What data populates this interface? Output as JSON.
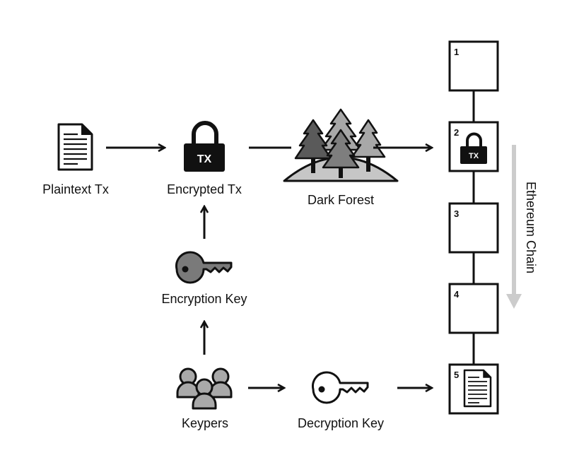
{
  "labels": {
    "plaintext_tx": "Plaintext Tx",
    "encrypted_tx": "Encrypted Tx",
    "dark_forest": "Dark Forest",
    "encryption_key": "Encryption Key",
    "keypers": "Keypers",
    "decryption_key": "Decryption Key",
    "chain": "Ethereum Chain"
  },
  "lock_text": "TX",
  "blocks": [
    {
      "number": "1",
      "content": "none"
    },
    {
      "number": "2",
      "content": "encrypted-tx"
    },
    {
      "number": "3",
      "content": "none"
    },
    {
      "number": "4",
      "content": "none"
    },
    {
      "number": "5",
      "content": "plaintext-document"
    }
  ],
  "colors": {
    "stroke": "#111111",
    "key_fill_dark": "#7a7a7a",
    "tree_dark": "#5a5a5a",
    "tree_mid": "#7e7e7e",
    "tree_light": "#a8a8a8",
    "hill": "#c6c6c6",
    "people": "#a9a9a9",
    "chain_arrow": "#cccccc"
  }
}
